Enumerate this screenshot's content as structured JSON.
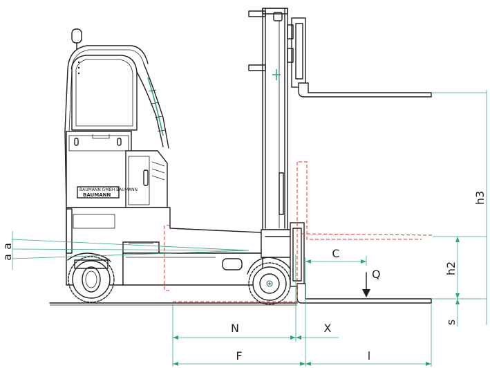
{
  "dimension_labels": {
    "a1": "a",
    "a2": "a",
    "C": "C",
    "Q": "Q",
    "h2": "h2",
    "h3": "h3",
    "s": "s",
    "N": "N",
    "X": "X",
    "F": "F",
    "l": "l"
  },
  "plate": {
    "line1": "BAUMANN GMBH BAUMANN",
    "brand": "BAUMANN"
  },
  "colors": {
    "line": "#1e1e1e",
    "dimension": "#2aa77a",
    "lowered_fork": "#e03030"
  }
}
